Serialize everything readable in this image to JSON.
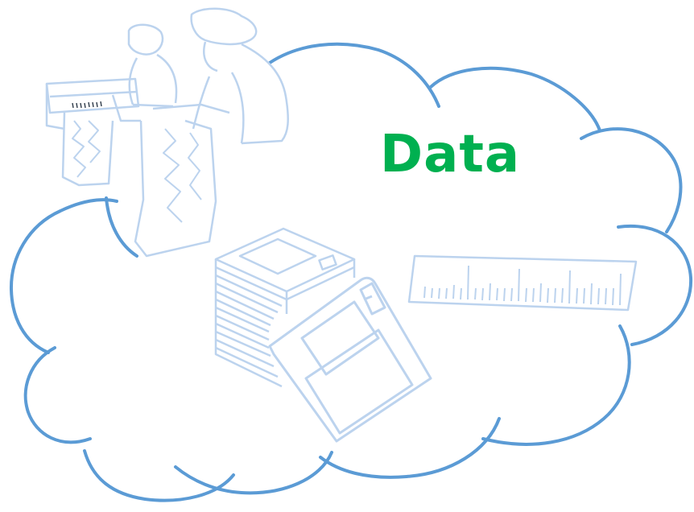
{
  "title": "Data",
  "colors": {
    "title": "#00b050",
    "cloud_outline": "#5b9bd5",
    "clipart_line": "#bcd3ee",
    "clipart_dark": "#2f3b4a",
    "background": "#ffffff"
  },
  "icons": [
    "cloud-outline",
    "people-with-seismograph-printout",
    "floppy-disk-stack",
    "floppy-disk",
    "ruler"
  ]
}
